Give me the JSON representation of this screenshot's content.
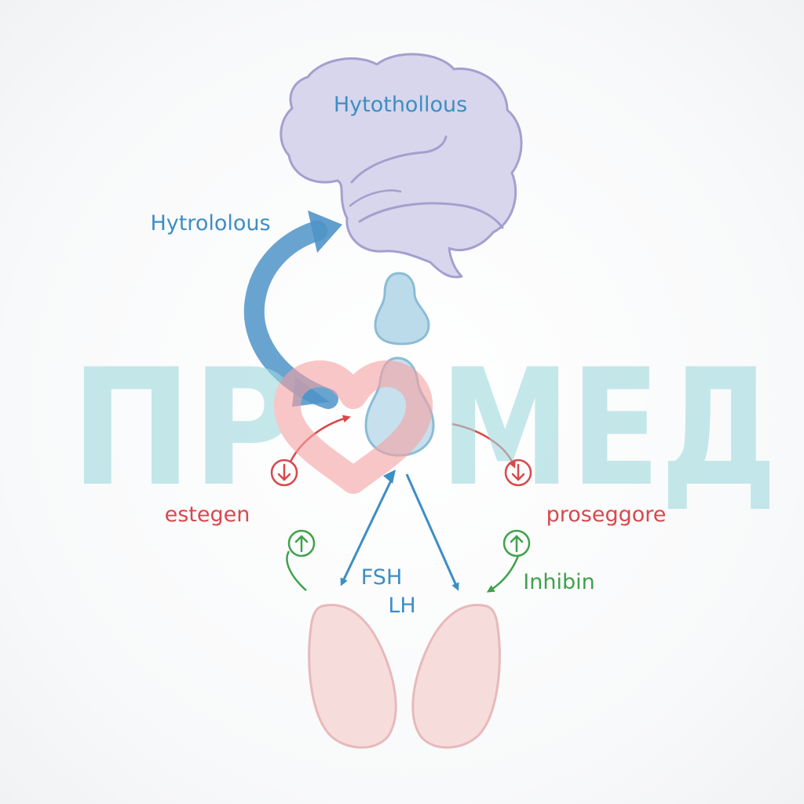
{
  "labels": {
    "brain": "Hytothollous",
    "feedback_arrow": "Hytrololous",
    "estrogen": "estegen",
    "progesterone": "proseggore",
    "fsh": "FSH",
    "lh": "LH",
    "inhibin": "Inhibin"
  },
  "watermark": {
    "left": "ПР",
    "right": "МЕД"
  },
  "colors": {
    "brain_fill": "#d8d6ec",
    "brain_stroke": "#a59fcf",
    "label_blue": "#3d8ec4",
    "label_red": "#d9484c",
    "label_green": "#3ea24c",
    "gland_fill": "#bcdbea",
    "gland_stroke": "#8bbcd6",
    "ovary_fill": "#f7dcdc",
    "ovary_stroke": "#e8b9ba",
    "watermark": "#9fd9de",
    "watermark_heart": "#f6a2a3"
  },
  "icons": {
    "up_arrow_circle": "up-arrow-circle-icon",
    "down_arrow_circle": "down-arrow-circle-icon",
    "heart": "heart-icon"
  }
}
